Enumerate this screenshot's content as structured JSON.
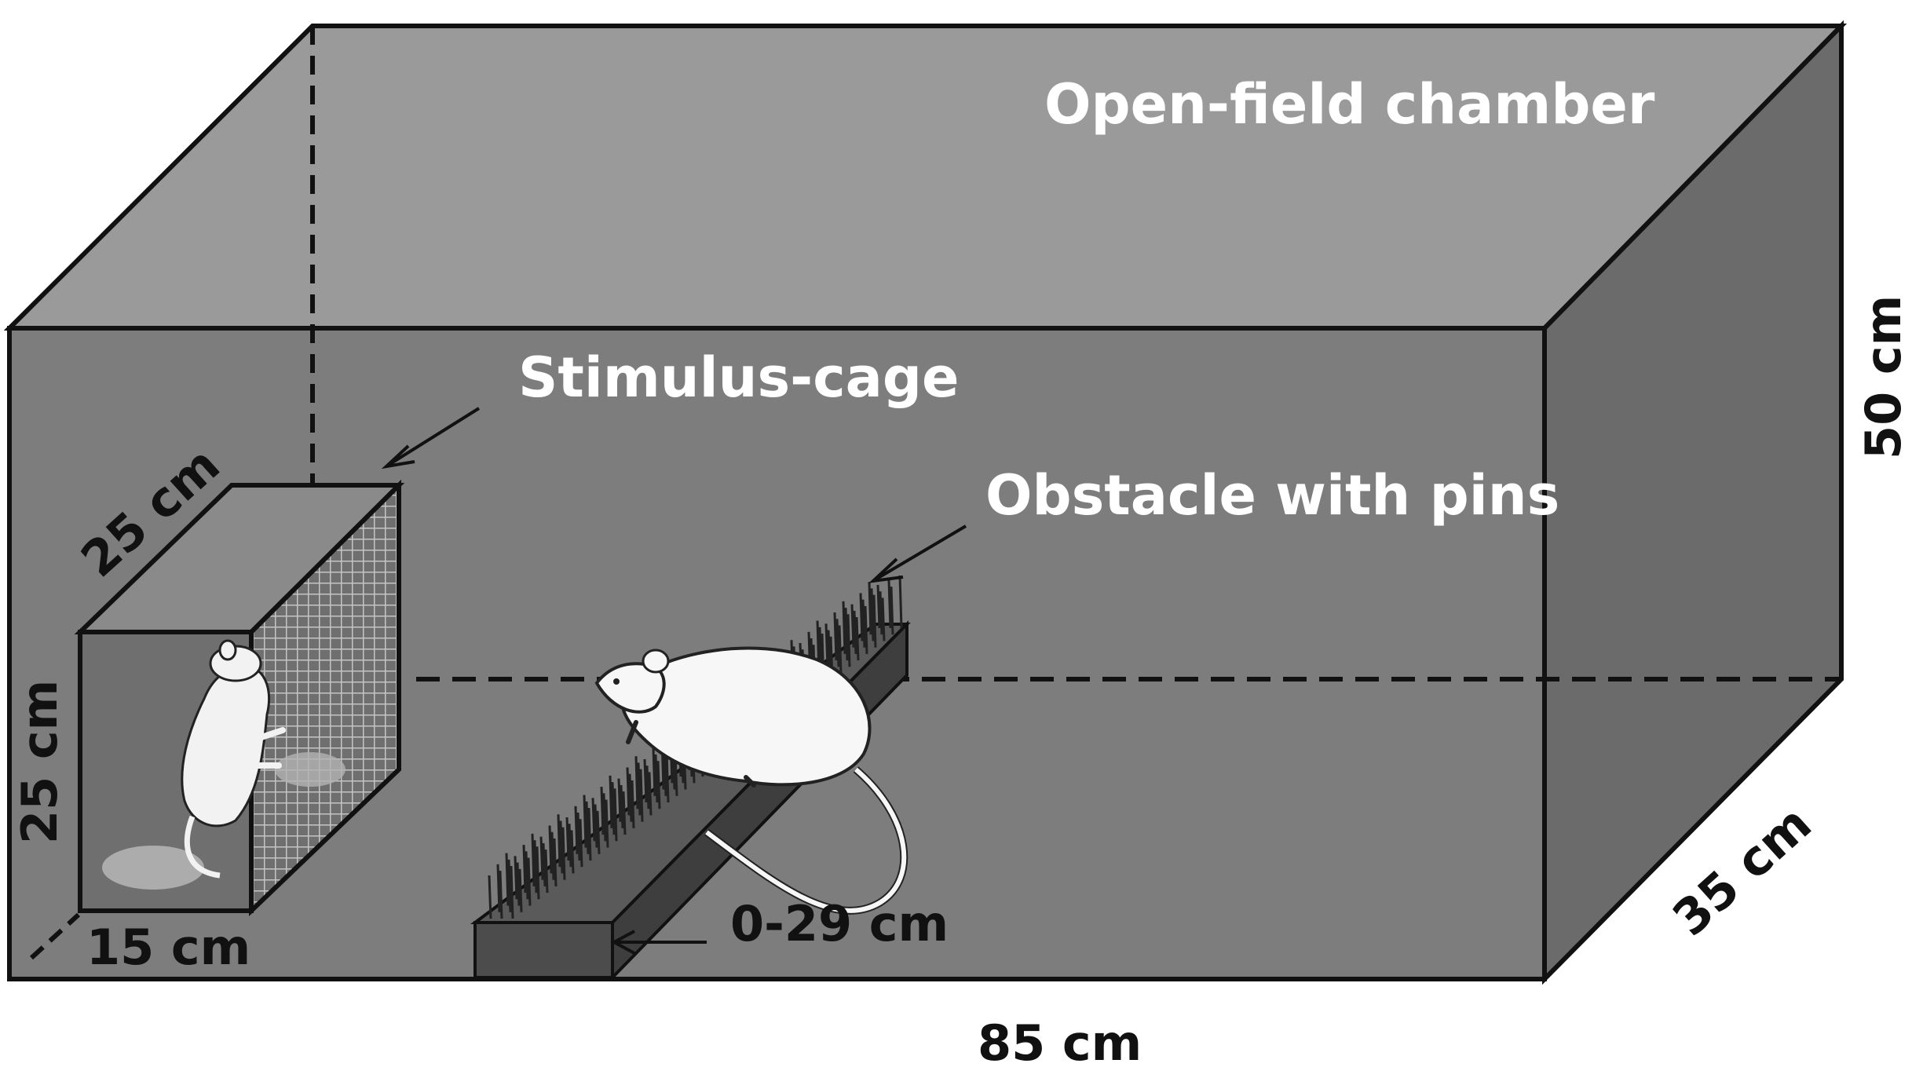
{
  "labels": {
    "chamber": "Open-field chamber",
    "stimulus_cage": "Stimulus-cage",
    "obstacle": "Obstacle with pins",
    "dim_width": "85 cm",
    "dim_depth": "35 cm",
    "dim_height": "50 cm",
    "cage_top": "25 cm",
    "cage_side": "25 cm",
    "cage_bottom": "15 cm",
    "obstacle_distance": "0-29 cm"
  },
  "colors": {
    "top_face": "#9a9a9a",
    "front_face": "#7d7d7d",
    "right_face": "#6b6b6b",
    "cage_top": "#8a8a8a",
    "cage_front": "#6f6f6f",
    "cage_mesh": "#a8a8a8",
    "obstacle": "#4c4c4c",
    "edge": "#111111"
  }
}
